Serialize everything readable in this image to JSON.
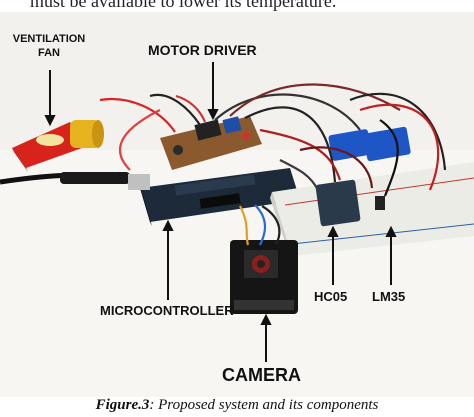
{
  "header_text": "must be available to lower its temperature.",
  "labels": {
    "ventilation_fan_line1": "VENTILATION",
    "ventilation_fan_line2": "FAN",
    "motor_driver": "MOTOR DRIVER",
    "microcontroller": "MICROCONTROLLER",
    "hc05": "HC05",
    "lm35": "LM35",
    "camera": "CAMERA"
  },
  "caption": {
    "figure_label": "Figure.3",
    "text": ": Proposed system and its components"
  }
}
